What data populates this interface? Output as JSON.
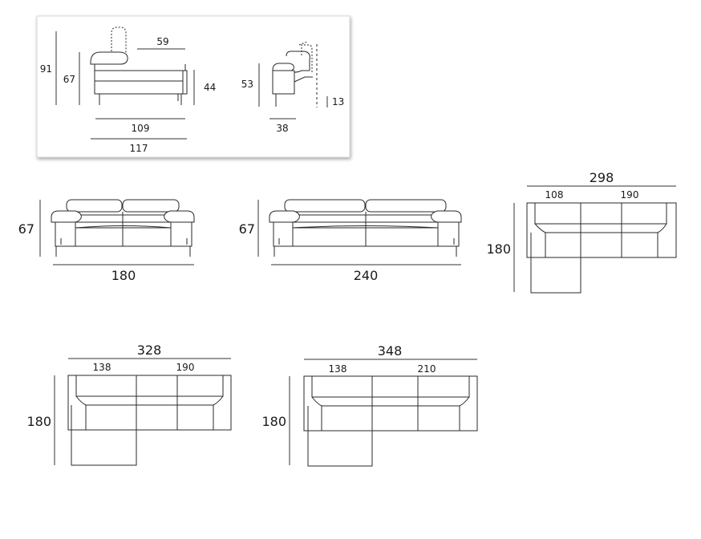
{
  "profile_panel": {
    "dims": {
      "total_height": "91",
      "seat_back_height": "67",
      "headrest_extension": "59",
      "seat_height": "44",
      "depth_closed": "109",
      "depth_open": "117",
      "arm_height": "53",
      "arm_width": "38",
      "leg_height": "13"
    }
  },
  "sofa_180": {
    "height": "67",
    "width": "180"
  },
  "sofa_240": {
    "height": "67",
    "width": "240"
  },
  "corner_298": {
    "total_width": "298",
    "chaise_width": "108",
    "sofa_width": "190",
    "depth": "180"
  },
  "corner_328": {
    "total_width": "328",
    "chaise_width": "138",
    "sofa_width": "190",
    "depth": "180"
  },
  "corner_348": {
    "total_width": "348",
    "chaise_width": "138",
    "sofa_width": "210",
    "depth": "180"
  }
}
